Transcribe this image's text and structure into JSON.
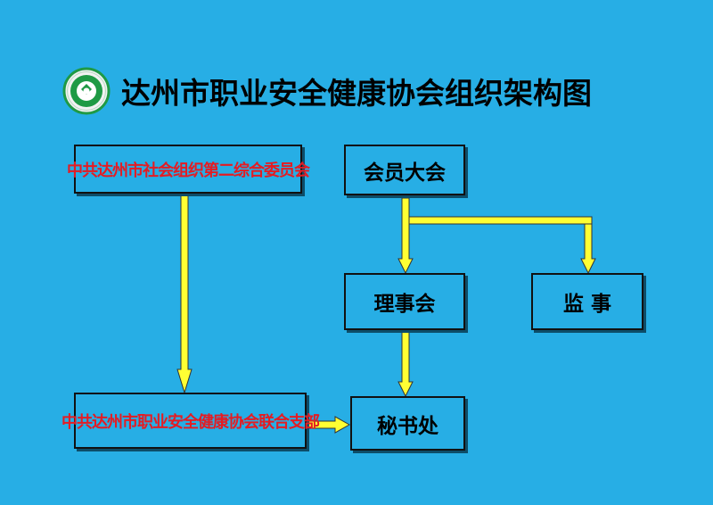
{
  "title": "达州市职业安全健康协会组织架构图",
  "logo": {
    "icon": "association-seal-logo",
    "ring_color": "#1f9a45",
    "center_color": "#ffffff"
  },
  "nodes": {
    "party_committee": "中共达州市社会组织第二综合委员会",
    "general_assembly": "会员大会",
    "council": "理事会",
    "supervisor": "监 事",
    "party_branch": "中共达州市职业安全健康协会联合支部",
    "secretariat": "秘书处"
  },
  "colors": {
    "background": "#27aee5",
    "arrow": "#ffff33",
    "arrow_outline": "#333333",
    "party_text": "#e41c23",
    "box_border": "#111111"
  }
}
